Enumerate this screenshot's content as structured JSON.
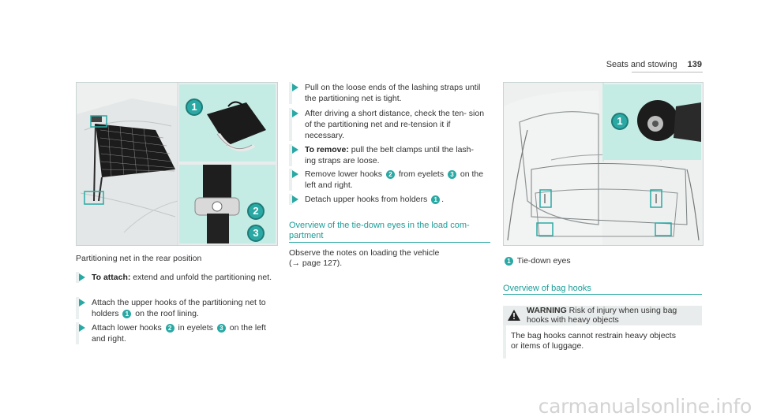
{
  "header": {
    "section": "Seats and stowing",
    "page": "139"
  },
  "figure1": {
    "caption": "Partitioning net in the rear position",
    "callouts": [
      "1",
      "2",
      "3"
    ]
  },
  "steps_left": [
    {
      "bold": "To attach:",
      "text": " extend and unfold the partitioning net."
    },
    {
      "bold": "",
      "text": "Attach the upper hooks of the partitioning net to holders",
      "badge": "1",
      "tail": " on the roof lining."
    },
    {
      "bold": "",
      "text": "Attach lower hooks",
      "badge": "2",
      "mid": " in eyelets",
      "badge2": "3",
      "tail": " on the left and right."
    }
  ],
  "steps_mid": [
    {
      "bold": "",
      "text": "Pull on the loose ends of the lashing straps until the partitioning net is tight."
    },
    {
      "bold": "",
      "text": "After driving a short distance, check the ten- sion of the partitioning net and re-tension it if necessary."
    },
    {
      "bold": "To remove:",
      "text": " pull the belt clamps until the lash- ing straps are loose."
    },
    {
      "bold": "",
      "text": "Remove lower hooks",
      "badge": "2",
      "mid": " from eyelets",
      "badge2": "3",
      "tail": " on the left and right."
    },
    {
      "bold": "",
      "text": "Detach upper hooks from holders",
      "badge": "1",
      "tail": "."
    }
  ],
  "section_tiedown": {
    "title_line1": "Overview of the tie-down eyes in the load com-",
    "title_line2": "partment",
    "body_line1": "Observe the notes on loading the vehicle",
    "body_line2": "(→ page 127)."
  },
  "figure2": {
    "callout": "1",
    "legend_badge": "1",
    "legend_text": "Tie-down eyes"
  },
  "section_bag": {
    "title": "Overview of bag hooks"
  },
  "warning": {
    "label": "WARNING",
    "line1": "Risk of injury when using bag",
    "line2": "hooks with heavy objects",
    "body_line1": "The bag hooks cannot restrain heavy objects",
    "body_line2": "or items of luggage."
  },
  "watermark": "carmanualsonline.info",
  "colors": {
    "accent": "#2aa9a4",
    "inset_bg": "#c5ece4"
  }
}
